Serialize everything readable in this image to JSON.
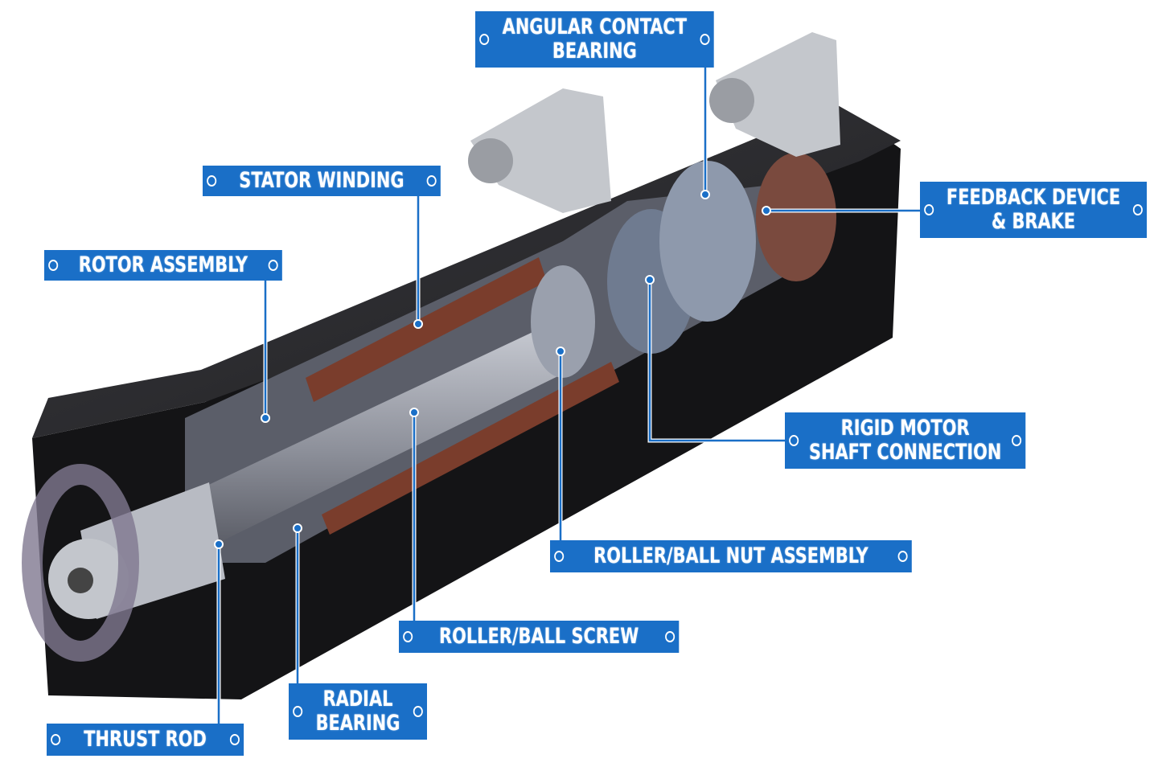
{
  "title": "Electric actuator cutaway",
  "labels": {
    "angular_contact_bearing": [
      "ANGULAR CONTACT",
      "BEARING"
    ],
    "stator_winding": "STATOR WINDING",
    "rotor_assembly": "ROTOR ASSEMBLY",
    "feedback_device_brake": [
      "FEEDBACK DEVICE",
      "& BRAKE"
    ],
    "rigid_motor_shaft_connection": [
      "RIGID MOTOR",
      "SHAFT CONNECTION"
    ],
    "roller_ball_nut_assembly": "ROLLER/BALL NUT ASSEMBLY",
    "roller_ball_screw": "ROLLER/BALL SCREW",
    "radial_bearing": [
      "RADIAL",
      "BEARING"
    ],
    "thrust_rod": "THRUST ROD"
  },
  "colors": {
    "label_bg": "#1a6fc7",
    "label_text": "#ffffff",
    "body": "#1b1b1d"
  }
}
